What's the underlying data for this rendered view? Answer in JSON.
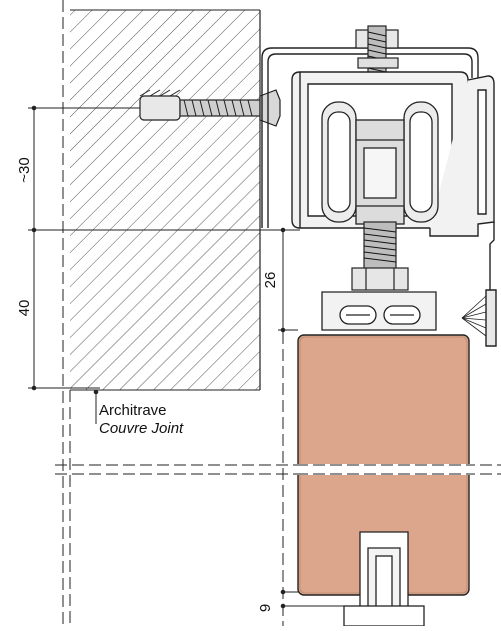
{
  "labels": {
    "architrave": "Architrave",
    "couvre_joint": "Couvre Joint"
  },
  "dimensions": {
    "upper_offset": "~30",
    "lower_offset": "40",
    "track_to_carriage": "26",
    "bottom_gap": "9"
  },
  "colors": {
    "door_panel": "#dba68b",
    "wall_hatch": "#555555",
    "profile_fill": "#f2f2f2",
    "outline": "#222222"
  }
}
